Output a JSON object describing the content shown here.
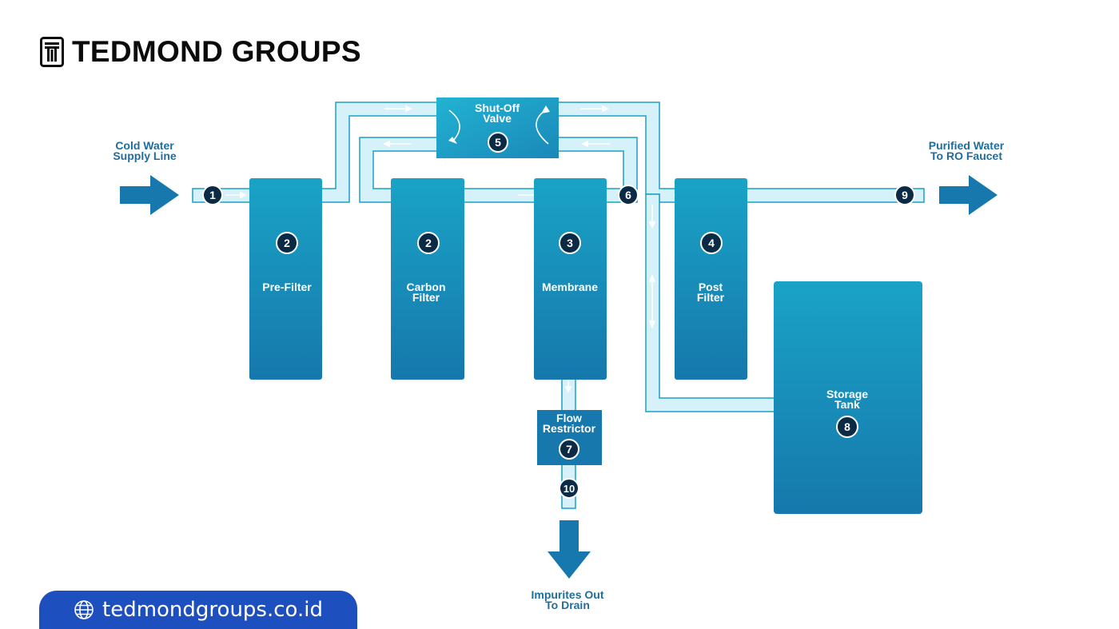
{
  "brand": {
    "name": "TEDMOND GROUPS",
    "logo_icon": "tedmond-logo-icon"
  },
  "footer": {
    "url": "tedmondgroups.co.id",
    "icon": "globe-icon",
    "color": "#1d4fbf"
  },
  "colors": {
    "pipe_fill": "#d7f1fa",
    "pipe_stroke": "#1aa0c8",
    "component_top": "#1aa3c6",
    "component_bottom": "#1678ac",
    "label_dark": "#1f6d9d",
    "badge": "#0b2a45"
  },
  "diagram": {
    "inlet_label": [
      "Cold Water",
      "Supply Line"
    ],
    "outlet_label": [
      "Purified Water",
      "To RO Faucet"
    ],
    "drain_label": [
      "Impurites Out",
      "To Drain"
    ],
    "components": {
      "pre_filter": {
        "number": "2",
        "label": [
          "Pre-Filter"
        ]
      },
      "carbon_filter": {
        "number": "2",
        "label": [
          "Carbon",
          "Filter"
        ]
      },
      "membrane": {
        "number": "3",
        "label": [
          "Membrane"
        ]
      },
      "post_filter": {
        "number": "4",
        "label": [
          "Post",
          "Filter"
        ]
      },
      "shutoff_valve": {
        "number": "5",
        "label": [
          "Shut-Off",
          "Valve"
        ]
      },
      "flow_restrictor": {
        "number": "7",
        "label": [
          "Flow",
          "Restrictor"
        ]
      },
      "storage_tank": {
        "number": "8",
        "label": [
          "Storage",
          "Tank"
        ]
      }
    },
    "markers": {
      "inlet": "1",
      "junction": "6",
      "outlet": "9",
      "drain": "10"
    }
  }
}
